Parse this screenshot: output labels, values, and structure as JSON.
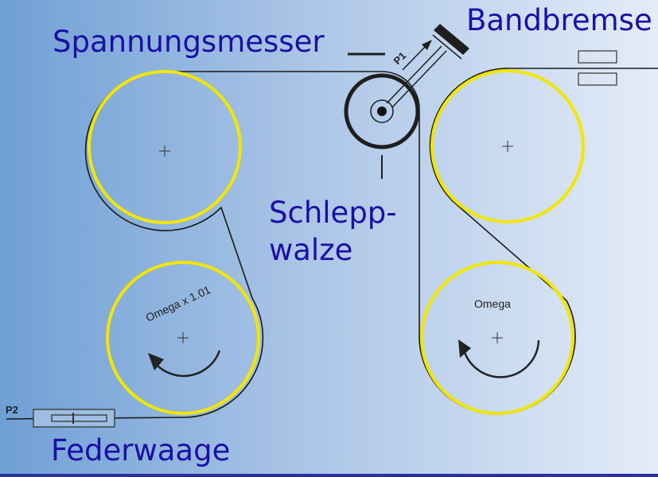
{
  "labels": {
    "tension_meter": "Spannungsmesser",
    "band_brake": "Bandbremse",
    "drag_roller_line1": "Schlepp-",
    "drag_roller_line2": "walze",
    "spring_scale": "Federwaage",
    "p1": "P1",
    "p2": "P2",
    "omega_left": "Omega x 1.01",
    "omega_right": "Omega"
  },
  "colors": {
    "label": "#1a0fa6",
    "roller": "#f2e600",
    "belt": "#1a1a1a"
  }
}
